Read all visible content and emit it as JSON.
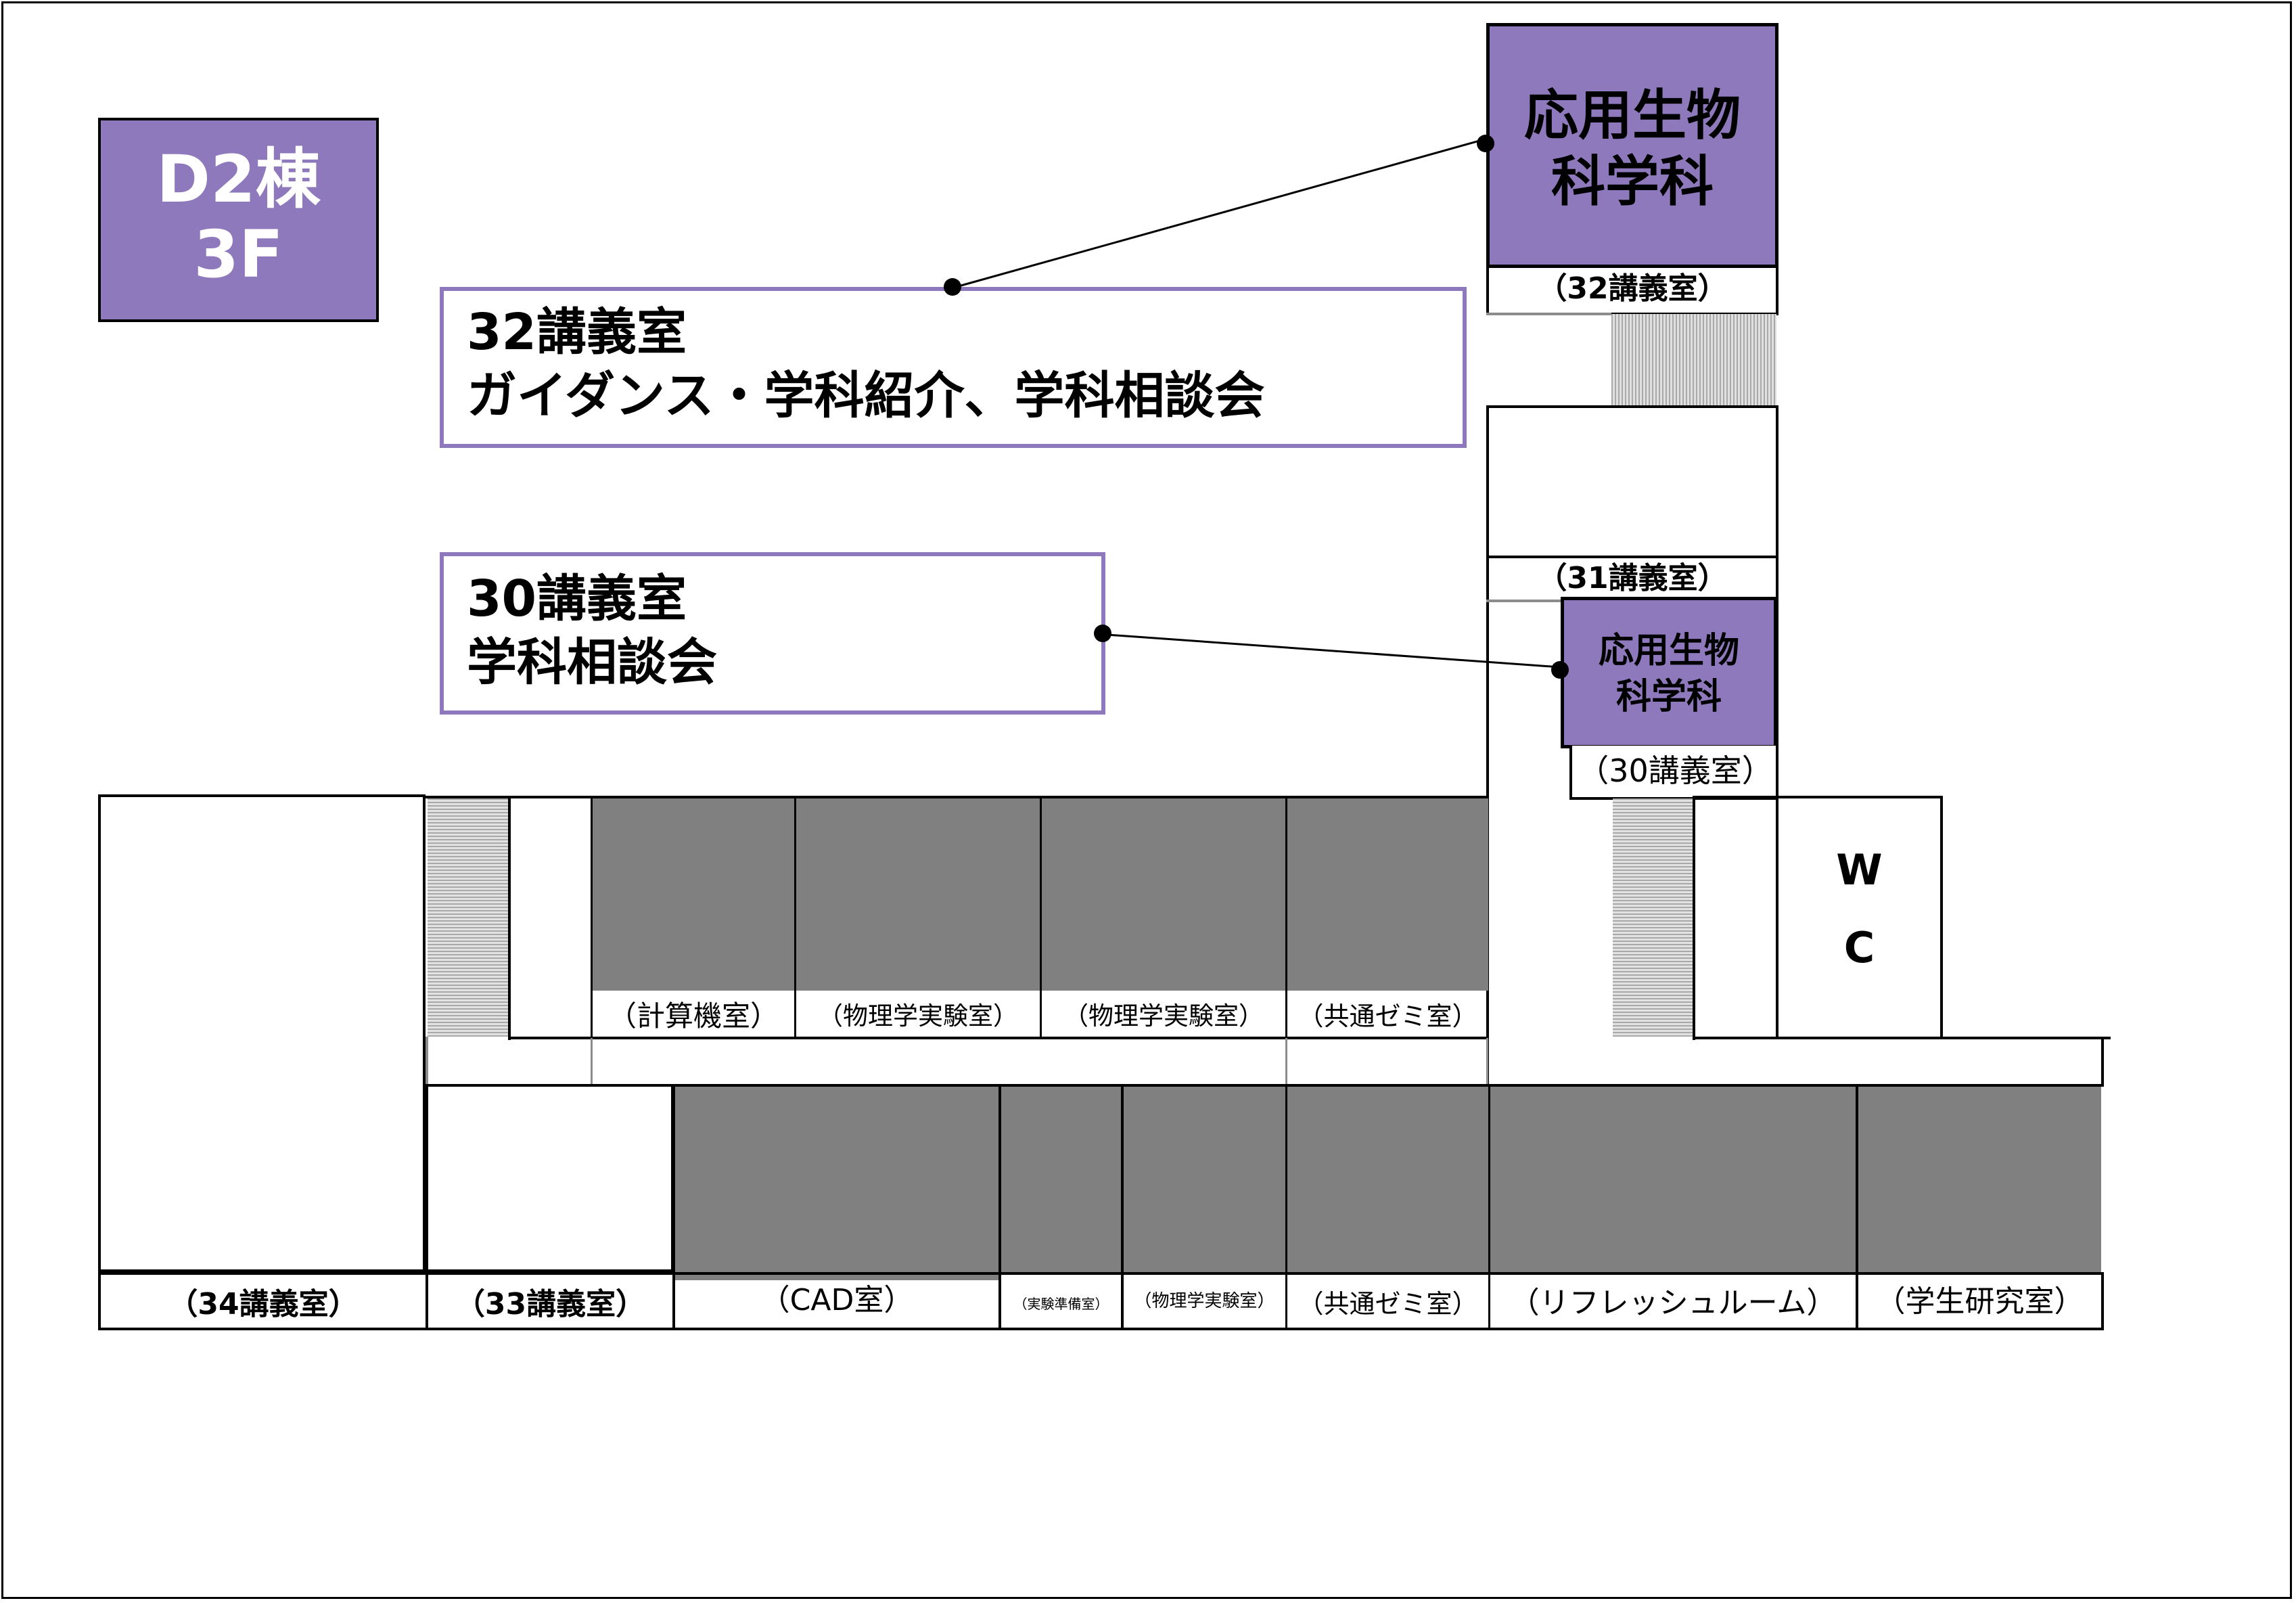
{
  "floor_badge": {
    "line1": "D2棟",
    "line2": "3F"
  },
  "callout_32": {
    "line1": "32講義室",
    "line2": "ガイダンス・学科紹介、学科相談会"
  },
  "callout_30": {
    "line1": "30講義室",
    "line2": "学科相談会"
  },
  "dept_top": {
    "line1": "応用生物",
    "line2": "科学科"
  },
  "dept_small": {
    "line1": "応用生物",
    "line2": "科学科"
  },
  "rooms": {
    "r32": "（32講義室）",
    "r31": "（31講義室）",
    "r30": "（30講義室）",
    "wc_w": "W",
    "wc_c": "C",
    "keisanki": "（計算機室）",
    "butsuri1": "（物理学実験室）",
    "butsuri2": "（物理学実験室）",
    "kyotsu1": "（共通ゼミ室）",
    "r34": "（34講義室）",
    "r33": "（33講義室）",
    "cad": "（CAD室）",
    "jikken_junbi": "（実験準備室）",
    "butsuri3": "（物理学実験室）",
    "kyotsu2": "（共通ゼミ室）",
    "refresh": "（リフレッシュルーム）",
    "gakusei": "（学生研究室）"
  },
  "colors": {
    "accent_purple": "#8f79bd",
    "room_gray": "#808080"
  }
}
